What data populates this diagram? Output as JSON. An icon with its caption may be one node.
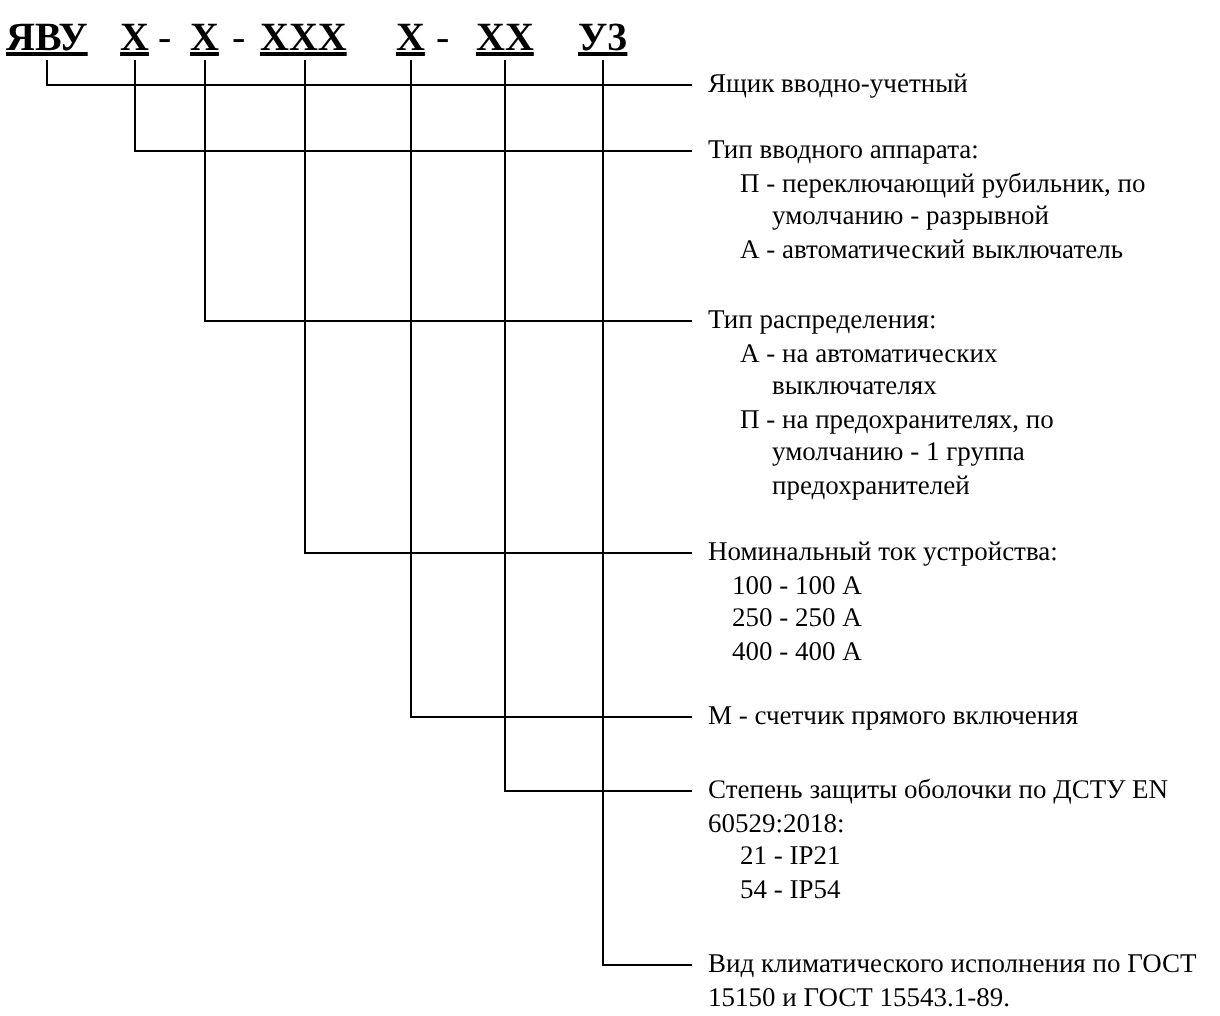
{
  "diagram": {
    "nodes": [
      {
        "text": [
          "ЯВУ"
        ]
      },
      {
        "text": [
          "Х"
        ]
      },
      {
        "text": [
          "Х"
        ]
      },
      {
        "text": [
          "ХХХ"
        ]
      },
      {
        "text": [
          "Х"
        ]
      },
      {
        "text": [
          "ХХ"
        ]
      },
      {
        "text": [
          "У3"
        ]
      },
      {
        "text": [
          "Ящик вводно-учетный"
        ]
      },
      {
        "text": [
          "Тип вводного аппарата:",
          "П - переключающий рубильник, по умолчанию - разрывной",
          "А - автоматический выключатель"
        ]
      },
      {
        "text": [
          "Тип распределения:",
          "А - на автоматических выключателях",
          "П - на предохранителях, по умолчанию - 1 группа предохранителей"
        ]
      },
      {
        "text": [
          "Номинальный ток устройства:",
          "100 - 100 А",
          "250 - 250 А",
          "400 - 400 А"
        ]
      },
      {
        "text": [
          "М - счетчик прямого включения"
        ]
      },
      {
        "text": [
          "Степень защиты оболочки по ДСТУ EN 60529:2018:",
          "21 - IP21",
          "54 - IP54"
        ]
      },
      {
        "text": [
          "Вид климатического исполнения по ГОСТ 15150 и ГОСТ 15543.1-89."
        ]
      }
    ],
    "edges": [
      {
        "from": 0,
        "to": 7,
        "arrow": "none"
      },
      {
        "from": 1,
        "to": 8,
        "arrow": "none"
      },
      {
        "from": 2,
        "to": 9,
        "arrow": "none"
      },
      {
        "from": 3,
        "to": 10,
        "arrow": "none"
      },
      {
        "from": 4,
        "to": 11,
        "arrow": "none"
      },
      {
        "from": 5,
        "to": 12,
        "arrow": "none"
      },
      {
        "from": 6,
        "to": 13,
        "arrow": "none"
      }
    ],
    "labels": [
      "-",
      "-",
      "-"
    ]
  }
}
